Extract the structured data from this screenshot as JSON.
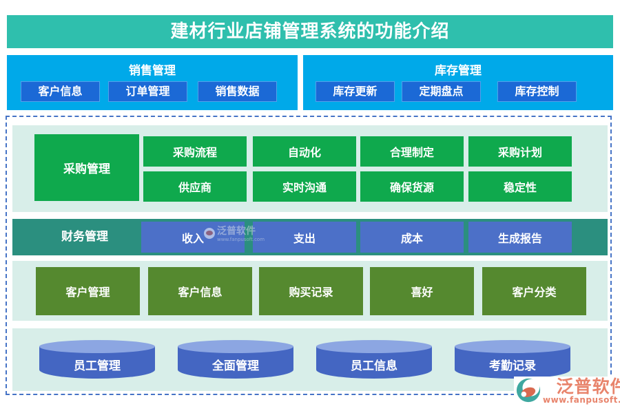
{
  "title": "建材行业店铺管理系统的功能介绍",
  "panels": [
    {
      "header": "销售管理",
      "buttons": [
        "客户信息",
        "订单管理",
        "销售数据"
      ]
    },
    {
      "header": "库存管理",
      "buttons": [
        "库存更新",
        "定期盘点",
        "库存控制"
      ]
    }
  ],
  "purchase": {
    "main": "采购管理",
    "row1": [
      "采购流程",
      "自动化",
      "合理制定",
      "采购计划"
    ],
    "row2": [
      "供应商",
      "实时沟通",
      "确保货源",
      "稳定性"
    ]
  },
  "finance": {
    "label": "财务管理",
    "buttons": [
      "收入",
      "支出",
      "成本",
      "生成报告"
    ]
  },
  "customer": {
    "blocks": [
      "客户管理",
      "客户信息",
      "购买记录",
      "喜好",
      "客户分类"
    ]
  },
  "employee": {
    "cylinders": [
      "员工管理",
      "全面管理",
      "员工信息",
      "考勤记录"
    ]
  },
  "watermark": {
    "text": "泛普软件",
    "subtext": "www.fanpusoft.com"
  },
  "logo": {
    "name": "泛普软件",
    "url": "www.fanpusoft.com"
  },
  "colors": {
    "title_bg": "#2FBFAD",
    "panel_bg": "#00A9E9",
    "panel_button_bg": "#1B69D6",
    "green_block": "#0FA94D",
    "section_bg": "#D8EEE9",
    "finance_bg": "#2B8F7F",
    "finance_button_bg": "#4C70C8",
    "customer_block": "#55892F",
    "cylinder_body": "#4466C2",
    "cylinder_top": "#8CA6E2",
    "dashed_border": "#4573C6",
    "logo_accent": "#E8846C"
  }
}
